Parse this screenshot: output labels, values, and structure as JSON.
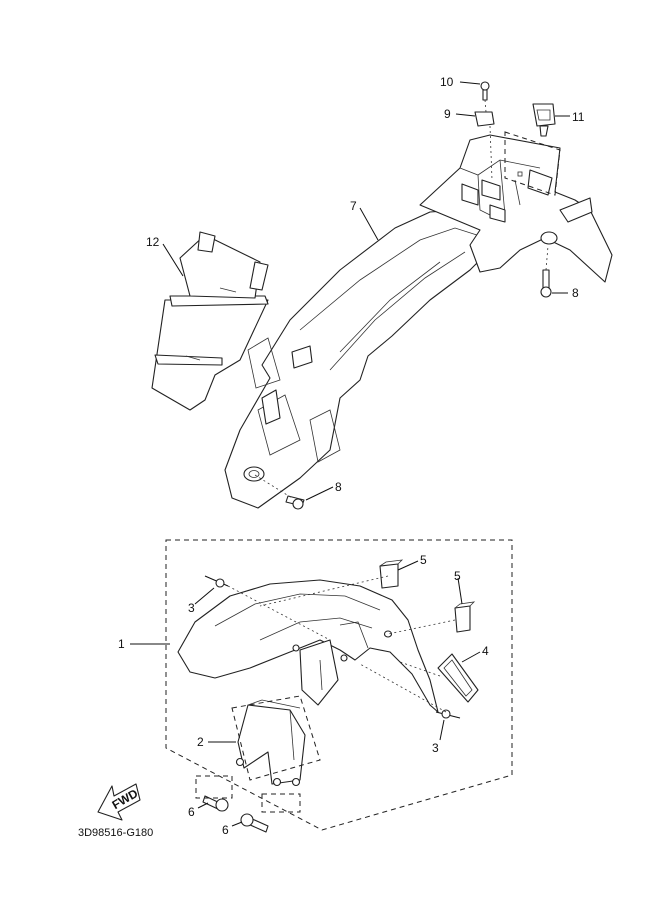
{
  "diagram_code": "3D98516-G180",
  "fwd_label": "FWD",
  "callouts": [
    {
      "id": "label-10",
      "number": "10"
    },
    {
      "id": "label-9",
      "number": "9"
    },
    {
      "id": "label-11",
      "number": "11"
    },
    {
      "id": "label-7",
      "number": "7"
    },
    {
      "id": "label-12",
      "number": "12"
    },
    {
      "id": "label-8-upper",
      "number": "8"
    },
    {
      "id": "label-8-lower",
      "number": "8"
    },
    {
      "id": "label-5-left",
      "number": "5"
    },
    {
      "id": "label-5-right",
      "number": "5"
    },
    {
      "id": "label-3-left",
      "number": "3"
    },
    {
      "id": "label-1",
      "number": "1"
    },
    {
      "id": "label-4",
      "number": "4"
    },
    {
      "id": "label-2",
      "number": "2"
    },
    {
      "id": "label-3-right",
      "number": "3"
    },
    {
      "id": "label-6-upper",
      "number": "6"
    },
    {
      "id": "label-6-lower",
      "number": "6"
    }
  ]
}
